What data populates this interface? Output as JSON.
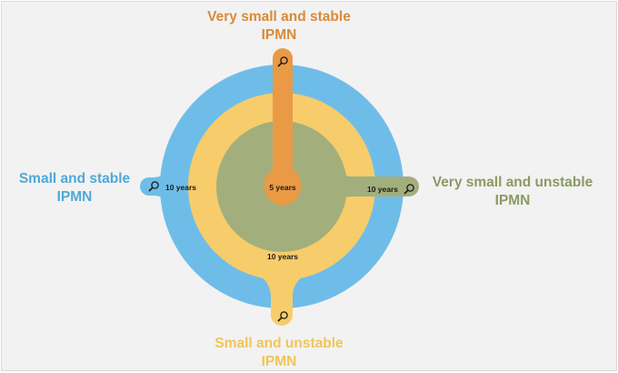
{
  "colors": {
    "background": "#f2f2f2",
    "blue": "#6ebde9",
    "yellow": "#f7cc6b",
    "green": "#a2af7c",
    "orange": "#ea9a45",
    "blue_text": "#4ea9d8",
    "orange_text": "#d98a37",
    "green_text": "#8c9a62",
    "yellow_text": "#f2c458"
  },
  "labels": {
    "top": {
      "line1": "Very small and stable",
      "line2": "IPMN"
    },
    "left": {
      "line1": "Small and stable",
      "line2": "IPMN"
    },
    "right": {
      "line1": "Very small and unstable",
      "line2": "IPMN"
    },
    "bottom": {
      "line1": "Small and unstable",
      "line2": "IPMN"
    }
  },
  "intervals": {
    "center": "5 years",
    "blue": "10 years",
    "green": "10 years",
    "yellow": "10 years"
  },
  "icons": {
    "top": "magnifier-icon",
    "left": "magnifier-icon",
    "right": "magnifier-icon",
    "bottom": "magnifier-icon"
  }
}
